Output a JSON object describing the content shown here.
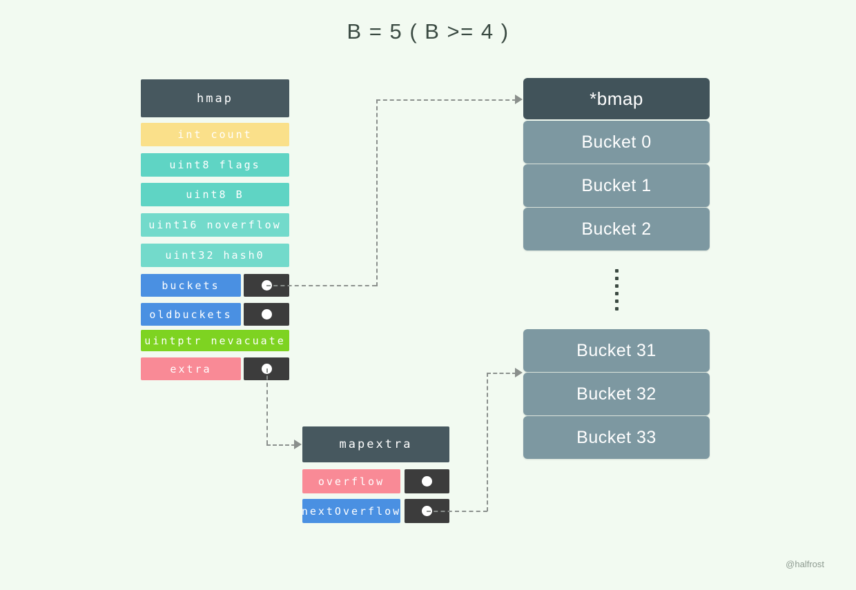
{
  "title": "B = 5 ( B >= 4 )",
  "watermark": "@halfrost",
  "colors": {
    "background": "#f2faf1",
    "struct_header": "#47585f",
    "bmap_header": "#41535a",
    "bucket": "#7d98a1",
    "pointer_cell": "#3c3c3c",
    "yellow": "#fae08a",
    "teal": "#5fd4c4",
    "blue": "#4a90e2",
    "green": "#7ed321",
    "pink": "#f98a96",
    "connector": "#8a8f8c"
  },
  "hmap": {
    "header": "hmap",
    "fields": [
      {
        "label": "int count",
        "color": "yellow",
        "pointer": false
      },
      {
        "label": "uint8 flags",
        "color": "teal",
        "pointer": false
      },
      {
        "label": "uint8 B",
        "color": "teal",
        "pointer": false
      },
      {
        "label": "uint16 noverflow",
        "color": "teal",
        "pointer": false
      },
      {
        "label": "uint32 hash0",
        "color": "teal",
        "pointer": false
      },
      {
        "label": "buckets",
        "color": "blue",
        "pointer": true
      },
      {
        "label": "oldbuckets",
        "color": "blue",
        "pointer": true
      },
      {
        "label": "uintptr nevacuate",
        "color": "green",
        "pointer": false
      },
      {
        "label": "extra",
        "color": "pink",
        "pointer": true
      }
    ]
  },
  "mapextra": {
    "header": "mapextra",
    "fields": [
      {
        "label": "overflow",
        "color": "pink",
        "pointer": true
      },
      {
        "label": "nextOverflow",
        "color": "blue",
        "pointer": true
      }
    ]
  },
  "bmap": {
    "header": "*bmap",
    "buckets_top": [
      "Bucket 0",
      "Bucket 1",
      "Bucket 2"
    ],
    "buckets_bottom": [
      "Bucket 31",
      "Bucket 32",
      "Bucket 33"
    ],
    "ellipsis_dots": 6
  },
  "connections": [
    {
      "from": "buckets",
      "to": "*bmap"
    },
    {
      "from": "extra",
      "to": "mapextra"
    },
    {
      "from": "nextOverflow",
      "to": "Bucket 32"
    }
  ]
}
